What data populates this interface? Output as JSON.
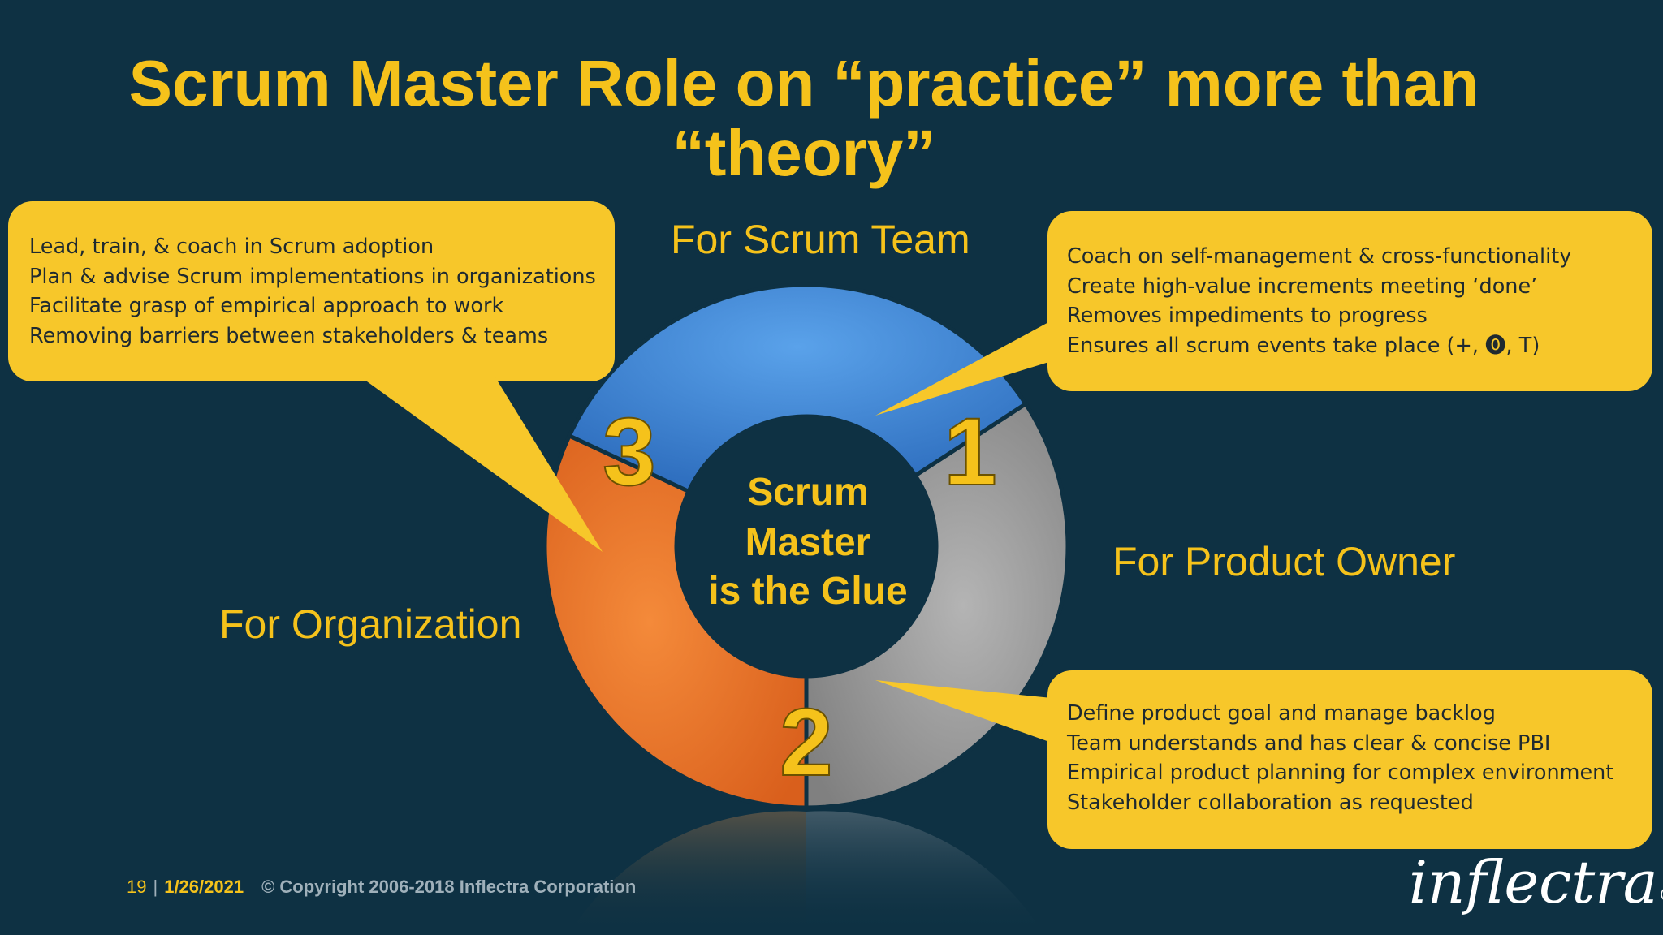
{
  "slide": {
    "title": "Scrum Master Role on “practice” more than “theory”",
    "center": [
      "Scrum",
      "Master",
      "is the Glue"
    ],
    "segments": [
      {
        "number": "1",
        "label": "For Product Owner",
        "color": "#a0a0a0"
      },
      {
        "number": "2",
        "label": "For Organization",
        "color": "#ef7a2a"
      },
      {
        "number": "3",
        "label": "For Scrum Team",
        "color": "#4a8fd6"
      }
    ],
    "callouts": {
      "organization": [
        "Lead, train, & coach in Scrum adoption",
        "Plan & advise Scrum implementations in organizations",
        "Facilitate grasp of empirical approach to work",
        "Removing barriers between stakeholders & teams"
      ],
      "team": [
        "Coach on self-management & cross-functionality",
        "Create high-value increments meeting ‘done’",
        "Removes impediments to progress",
        "Ensures all scrum events take place (+, ⓿, T)"
      ],
      "product_owner": [
        "Define product goal and manage backlog",
        "Team understands and has clear & concise PBI",
        "Empirical product planning for complex environment",
        "Stakeholder collaboration as requested"
      ]
    },
    "labels": {
      "scrum_team": "For Scrum Team",
      "product_owner": "For Product Owner",
      "organization": "For Organization"
    }
  },
  "footer": {
    "page_number": "19",
    "separator": "|",
    "date": "1/26/2021",
    "copyright": "© Copyright 2006-2018 Inflectra Corporation"
  },
  "logo": {
    "text": "inflectra",
    "registered": "®"
  },
  "colors": {
    "background": "#0e3143",
    "accent": "#f5c21b",
    "callout_fill": "#f7c72a"
  }
}
